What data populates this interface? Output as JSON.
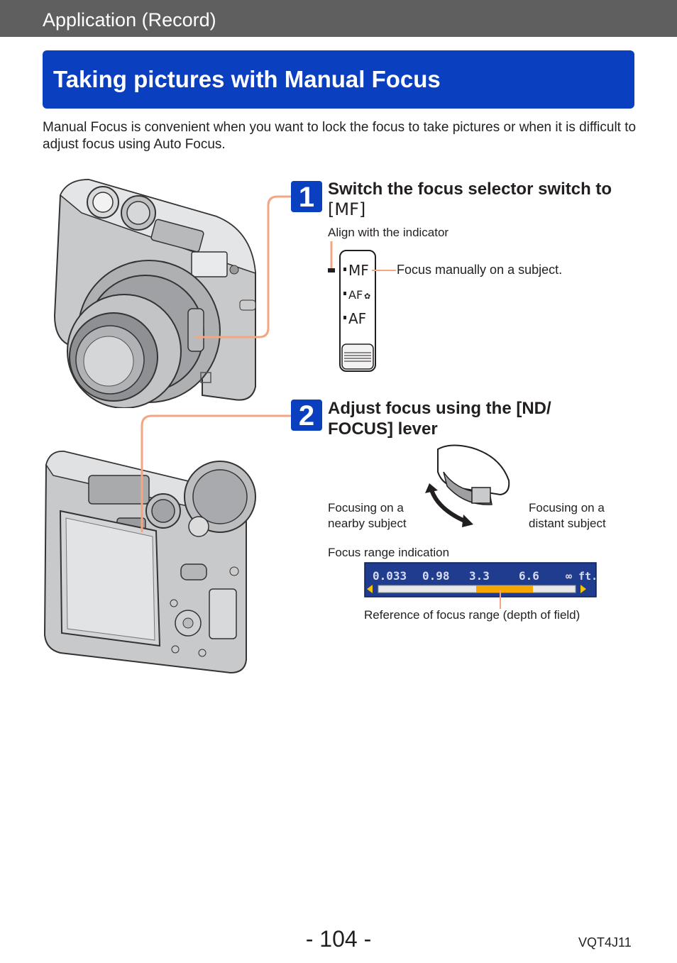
{
  "header": {
    "section": "Application (Record)"
  },
  "title": "Taking pictures with Manual Focus",
  "intro": "Manual Focus is convenient when you want to lock the focus to take pictures or when it is difficult to adjust focus using Auto Focus.",
  "steps": [
    {
      "number": "1",
      "title_prefix": "Switch the focus selector switch to ",
      "title_symbol": "[MF]",
      "note": "Align with the indicator",
      "callout": "Focus manually on a subject.",
      "switch_positions": [
        "MF",
        "AF",
        "AF"
      ]
    },
    {
      "number": "2",
      "title_line1": "Adjust focus using the [ND/",
      "title_line2": "FOCUS] lever",
      "near_label_line1": "Focusing on a",
      "near_label_line2": "nearby subject",
      "far_label_line1": "Focusing on a",
      "far_label_line2": "distant subject",
      "range_label": "Focus range indication",
      "range_values": [
        "0.033",
        "0.98",
        "3.3",
        "6.6",
        "∞ ft."
      ],
      "range_caption": "Reference of focus range (depth of field)"
    }
  ],
  "footer": {
    "page": "- 104 -",
    "code": "VQT4J11"
  },
  "colors": {
    "accent_blue": "#0a3fbf",
    "header_gray": "#5f5f5f",
    "leader_orange": "#f4a582",
    "range_orange": "#f7a600"
  }
}
